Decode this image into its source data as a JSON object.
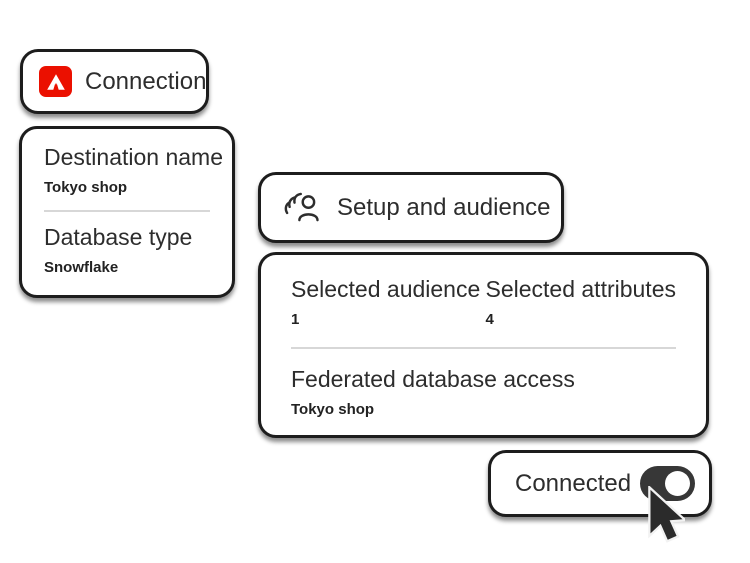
{
  "colors": {
    "background": "#ffffff",
    "card_border": "#1d1d1d",
    "text": "#2d2d2d",
    "adobe_red": "#eb1000",
    "divider": "#d7d7d7",
    "toggle_on_bg": "#373737",
    "toggle_knob": "#ffffff"
  },
  "cards": {
    "connection": {
      "title": "Connection",
      "icon": "adobe-logo"
    },
    "details": {
      "fields": [
        {
          "label": "Destination name",
          "value": "Tokyo shop"
        },
        {
          "label": "Database type",
          "value": "Snowflake"
        }
      ]
    },
    "setup": {
      "title": "Setup and audience",
      "icon": "audience-icon"
    },
    "summary": {
      "stats": [
        {
          "label": "Selected audience",
          "value": "1"
        },
        {
          "label": "Selected attributes",
          "value": "4"
        }
      ],
      "access": {
        "label": "Federated database access",
        "value": "Tokyo shop"
      }
    },
    "status": {
      "label": "Connected",
      "toggle_state": "on"
    }
  },
  "icons": {
    "adobe_logo": "adobe-logo",
    "audience": "audience-icon",
    "toggle": "toggle-on",
    "cursor": "cursor-arrow"
  }
}
